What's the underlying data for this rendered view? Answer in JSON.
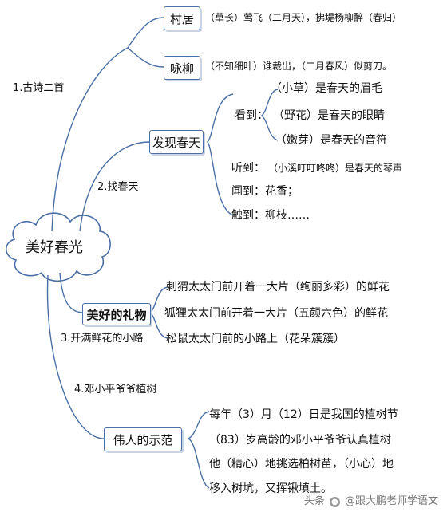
{
  "center": "美好春光",
  "branches": [
    {
      "label": "1.古诗二首",
      "topics": [
        {
          "label": "村居",
          "detail": "（草长）莺飞（二月天），拂堤杨柳醉（春归）"
        },
        {
          "label": "咏柳",
          "detail": "（不知细叶）谁裁出，（二月春风）似剪刀。"
        }
      ]
    },
    {
      "label": "2.找春天",
      "topic": "发现春天",
      "items": [
        "看到：",
        "（小草）是春天的眉毛",
        "（野花）是春天的眼睛",
        "（嫩芽）是春天的音符",
        "听到：",
        "（小溪叮叮咚咚）是春天的琴声",
        "闻到：花香；",
        "触到：柳枝……"
      ]
    },
    {
      "label": "3.开满鲜花的小路",
      "topic": "美好的礼物",
      "items": [
        "刺猬太太门前开着一大片（绚丽多彩）的鲜花",
        "狐狸太太门前开着一大片（五颜六色）的鲜花",
        "松鼠太太门前的小路上（花朵簇簇）"
      ]
    },
    {
      "label": "4.邓小平爷爷植树",
      "topic": "伟人的示范",
      "items": [
        "每年（3）月（12）日是我国的植树节",
        "（83）岁高龄的邓小平爷爷认真植树",
        "他（精心）地挑选柏树苗，（小心）地",
        "移入树坑，又挥锹填土。"
      ]
    }
  ],
  "watermark": {
    "prefix": "头条",
    "handle": "@跟大鹏老师学语文"
  },
  "colors": {
    "line": "#4a6fa5",
    "box_border": "#4a6fa5",
    "cloud": "#4a6fa5"
  }
}
